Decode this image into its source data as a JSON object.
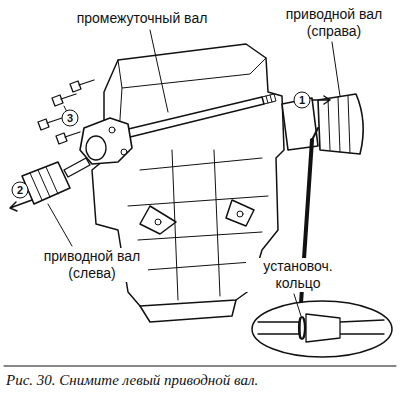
{
  "diagram": {
    "caption": "Рис. 30. Снимите левый приводной вал.",
    "labels": [
      "промежуточный вал",
      "приводной вал (справа)",
      "1",
      "3",
      "2",
      "приводной вал (слева)",
      "установоч. кольцо"
    ]
  }
}
